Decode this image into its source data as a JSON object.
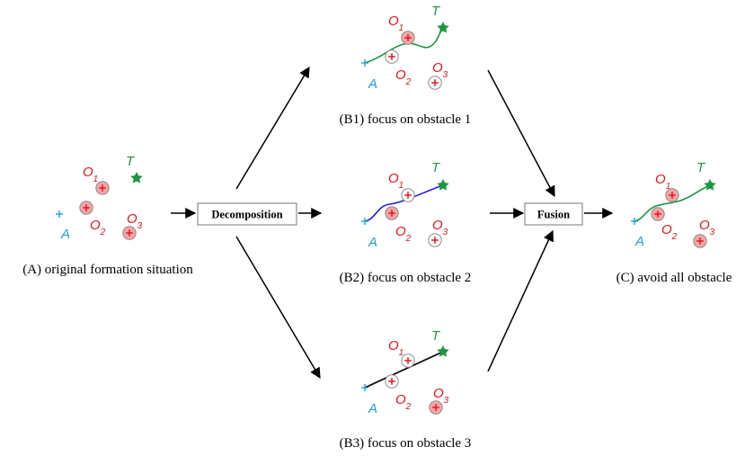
{
  "colors": {
    "obstacle_label": "#e8141c",
    "target": "#1a9641",
    "agent": "#1aa3d9",
    "obstacle_fill": "#f4a6a6",
    "obstacle_ring": "#8c8c8c",
    "path_green": "#1a9641",
    "path_blue": "#1f1fd1",
    "path_black": "#000000",
    "arrow": "#000000"
  },
  "symbols": {
    "agent_name": "A",
    "target_name": "T",
    "obstacle_prefix": "O",
    "obstacle_indices": [
      "1",
      "2",
      "3"
    ]
  },
  "boxes": {
    "decomposition": "Decomposition",
    "fusion": "Fusion"
  },
  "captions": {
    "a": "(A) original formation situation",
    "b1": "(B1) focus on obstacle 1",
    "b2": "(B2) focus on obstacle 2",
    "b3": "(B3) focus on obstacle 3",
    "c": "(C)  avoid all obstacle"
  }
}
